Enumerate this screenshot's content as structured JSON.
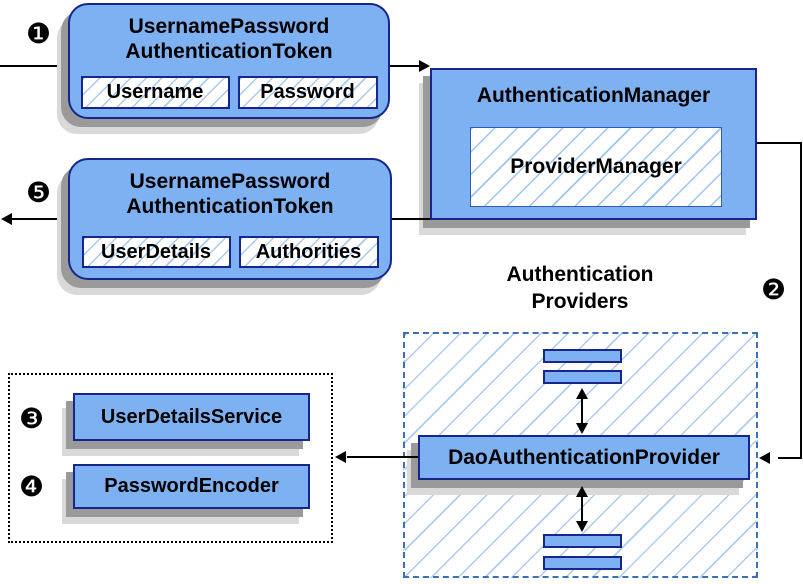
{
  "colors": {
    "box_fill": "#7EB1F2",
    "box_border": "#16268C",
    "dashed_border": "#3D6FB5",
    "shadow_dark": "#9A9A9A",
    "shadow_light": "#D9D9D9",
    "arrow": "#000000",
    "text": "#000000",
    "background": "#FFFFFF"
  },
  "steps": {
    "one": "❶",
    "two": "❷",
    "three": "❸",
    "four": "❹",
    "five": "❺"
  },
  "request_token": {
    "title_line1": "UsernamePassword",
    "title_line2": "AuthenticationToken",
    "fields": [
      "Username",
      "Password"
    ]
  },
  "authentication_manager": {
    "title": "AuthenticationManager",
    "inner_label": "ProviderManager"
  },
  "response_token": {
    "title_line1": "UsernamePassword",
    "title_line2": "AuthenticationToken",
    "fields": [
      "UserDetails",
      "Authorities"
    ]
  },
  "authentication_providers": {
    "label_line1": "Authentication",
    "label_line2": "Providers",
    "provider_label": "DaoAuthenticationProvider"
  },
  "collaborators": {
    "user_details_service": "UserDetailsService",
    "password_encoder": "PasswordEncoder"
  }
}
